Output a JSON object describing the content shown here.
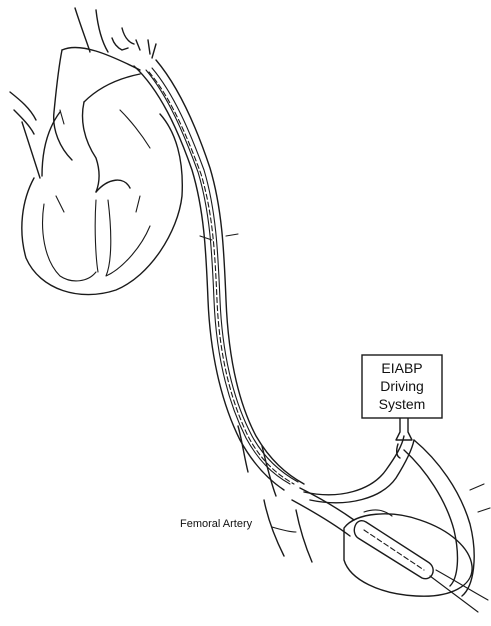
{
  "diagram": {
    "device_box": {
      "line1": "EIABP",
      "line2": "Driving",
      "line3": "System"
    },
    "artery_label": "Femoral Artery",
    "colors": {
      "ink": "#1a1a1a",
      "background": "#ffffff"
    }
  }
}
